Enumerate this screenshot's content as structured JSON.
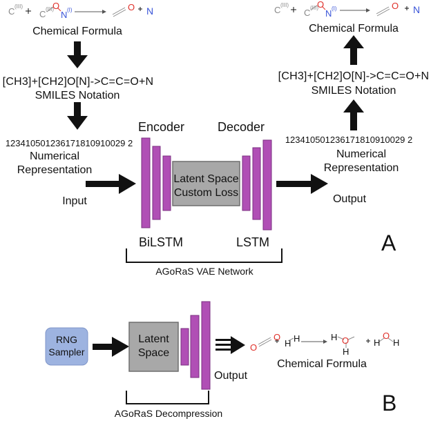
{
  "panel_a": {
    "label": "A",
    "left": {
      "formula_caption": "Chemical Formula",
      "smiles": "[CH3]+[CH2]O[N]->C=C=O+N",
      "smiles_caption": "SMILES Notation",
      "numeric": "123410501236171810910029 2",
      "numeric_caption_1": "Numerical",
      "numeric_caption_2": "Representation",
      "input_label": "Input"
    },
    "right": {
      "formula_caption": "Chemical Formula",
      "smiles": "[CH3]+[CH2]O[N]->C=C=O+N",
      "smiles_caption": "SMILES Notation",
      "numeric": "123410501236171810910029 2",
      "numeric_caption_1": "Numerical",
      "numeric_caption_2": "Representation",
      "output_label": "Output"
    },
    "encoder_label": "Encoder",
    "decoder_label": "Decoder",
    "bilstm_label": "BiLSTM",
    "lstm_label": "LSTM",
    "latent_line_1": "Latent Space",
    "latent_line_2": "Custom Loss",
    "network_label": "AGoRaS VAE Network",
    "reaction": {
      "atom_c3": "C",
      "sup_c3": "(III)",
      "plus": "+",
      "atom_o": "O",
      "atom_n": "N",
      "sup_n": "(I)",
      "product_n": "N",
      "c_label": "C"
    }
  },
  "panel_b": {
    "label": "B",
    "rng_line_1": "RNG",
    "rng_line_2": "Sampler",
    "latent_line_1": "Latent",
    "latent_line_2": "Space",
    "output_label": "Output",
    "formula_caption": "Chemical Formula",
    "decompression_label": "AGoRaS Decompression",
    "reaction": {
      "atom_h": "H",
      "atom_o": "O",
      "plus": "+"
    }
  },
  "colors": {
    "lstm": "#b04fb5",
    "lstm_edge": "#7a2f80",
    "latent_fill": "#a8a8a8",
    "latent_edge": "#6e6e6e",
    "rng_fill": "#9db3e0",
    "rng_edge": "#7f95c8",
    "oxygen": "#e0302a",
    "nitrogen": "#3a55d8",
    "carbon": "#888888"
  }
}
